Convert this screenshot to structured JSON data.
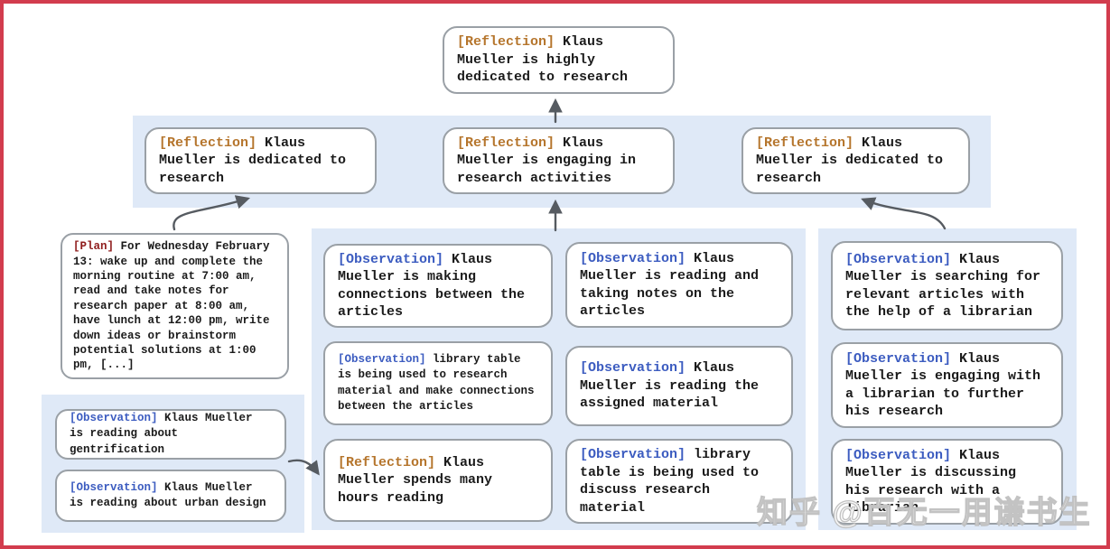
{
  "watermark": "知乎 @百无一用谦书生",
  "colors": {
    "frame_border": "#d23c4e",
    "band_bg": "#dfe9f7",
    "box_border": "#9aa0a6",
    "box_bg": "#ffffff",
    "text": "#1b1b1b",
    "reflection_tag": "#b5752c",
    "observation_tag": "#3c5cc0",
    "plan_tag": "#8f1d1d",
    "arrow": "#565b61"
  },
  "nodes": {
    "top": {
      "tag": "[Reflection]",
      "text": "Klaus Mueller is highly dedicated to research"
    },
    "row2_left": {
      "tag": "[Reflection]",
      "text": "Klaus Mueller is dedicated to research"
    },
    "row2_mid": {
      "tag": "[Reflection]",
      "text": "Klaus Mueller is engaging in research activities"
    },
    "row2_right": {
      "tag": "[Reflection]",
      "text": "Klaus Mueller is dedicated to research"
    },
    "plan": {
      "tag": "[Plan]",
      "text": "For Wednesday February 13: wake up and complete the morning routine at 7:00 am, read and take notes for research paper at 8:00 am, have lunch at 12:00 pm, write down ideas or brainstorm potential solutions at 1:00 pm, [...]"
    },
    "left_obs1": {
      "tag": "[Observation]",
      "text": "Klaus Mueller is reading about gentrification"
    },
    "left_obs2": {
      "tag": "[Observation]",
      "text": "Klaus Mueller is reading about urban design"
    },
    "mid_a1": {
      "tag": "[Observation]",
      "text": "Klaus Mueller is making connections between the articles"
    },
    "mid_a2": {
      "tag": "[Observation]",
      "text": "library table is being used to research material and make connections between the articles"
    },
    "mid_a3": {
      "tag": "[Reflection]",
      "text": "Klaus Mueller spends many hours reading"
    },
    "mid_b1": {
      "tag": "[Observation]",
      "text": "Klaus Mueller is reading and taking notes on the articles"
    },
    "mid_b2": {
      "tag": "[Observation]",
      "text": "Klaus Mueller is reading the assigned material"
    },
    "mid_b3": {
      "tag": "[Observation]",
      "text": "library table is being used to discuss research material"
    },
    "right_r1": {
      "tag": "[Observation]",
      "text": "Klaus Mueller is searching for relevant articles with the help of a librarian"
    },
    "right_r2": {
      "tag": "[Observation]",
      "text": "Klaus Mueller is engaging with a librarian to further his research"
    },
    "right_r3": {
      "tag": "[Observation]",
      "text": "Klaus Mueller is discussing his research with a librarian"
    }
  }
}
